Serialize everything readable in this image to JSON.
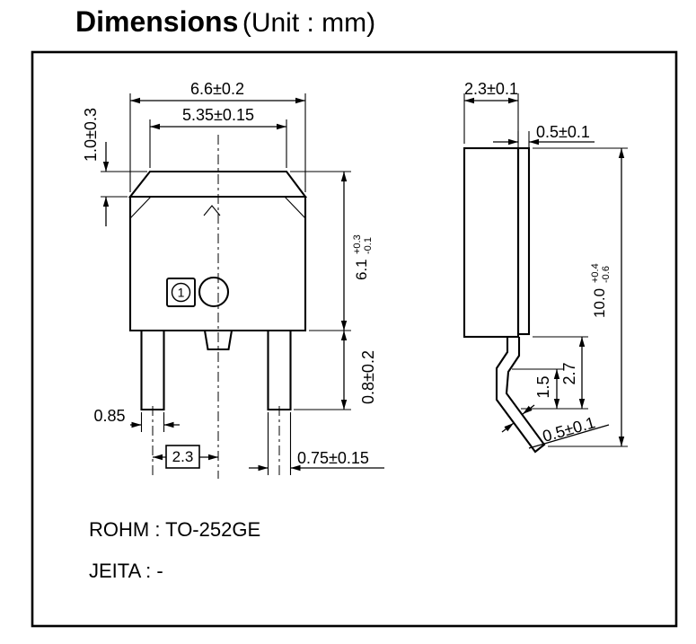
{
  "title": {
    "main": "Dimensions",
    "unit": "(Unit : mm)"
  },
  "front_view": {
    "body_width": "6.6±0.2",
    "tab_width": "5.35±0.15",
    "tab_height": "1.0±0.3",
    "body_height": {
      "value": "6.1",
      "plus": "+0.3",
      "minus": "-0.1"
    },
    "lead_length": "0.8±0.2",
    "lead_width_left": "0.85",
    "lead_pitch": "2.3",
    "lead_width_right": "0.75±0.15",
    "pin1_marking": "1"
  },
  "side_view": {
    "body_thickness": "2.3±0.1",
    "tab_thickness": "0.5±0.1",
    "overall_height": {
      "value": "10.0",
      "plus": "+0.4",
      "minus": "-0.6"
    },
    "lead_bend_height": "2.7",
    "lead_foot_height": "1.5",
    "lead_thickness": "0.5±0.1"
  },
  "footer": {
    "package_rohm": "ROHM : TO-252GE",
    "package_jeita": "JEITA : -"
  }
}
